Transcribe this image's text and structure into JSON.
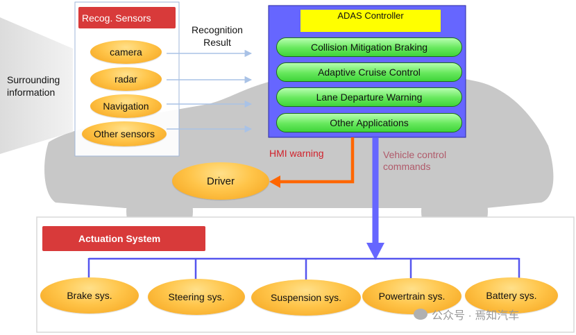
{
  "surrounding_label": [
    "Surrounding",
    "information"
  ],
  "sensors": {
    "title": "Recog. Sensors",
    "items": [
      "camera",
      "radar",
      "Navigation",
      "Other sensors"
    ]
  },
  "recognition_label": [
    "Recognition",
    "Result"
  ],
  "adas": {
    "title": "ADAS Controller",
    "apps": [
      "Collision Mitigation  Braking",
      "Adaptive  Cruise Control",
      "Lane Departure Warning",
      "Other Applications"
    ]
  },
  "hmi_label": "HMI  warning",
  "vehicle_control_label": [
    "Vehicle control",
    "commands"
  ],
  "driver_label": "Driver",
  "actuation": {
    "title": "Actuation  System",
    "items": [
      "Brake sys.",
      "Steering  sys.",
      "Suspension sys.",
      "Powertrain sys.",
      "Battery sys."
    ]
  },
  "watermark": "公众号 · 焉知汽车",
  "colors": {
    "controller_blue": "#6666ff",
    "controller_title": "#ffff00",
    "app_green": "#66e85c",
    "sensor_title_red": "#d83a3a",
    "hmi_arrow": "#ff6600",
    "bus_line": "#5555ee",
    "car_silhouette": "#c8c8c8"
  }
}
